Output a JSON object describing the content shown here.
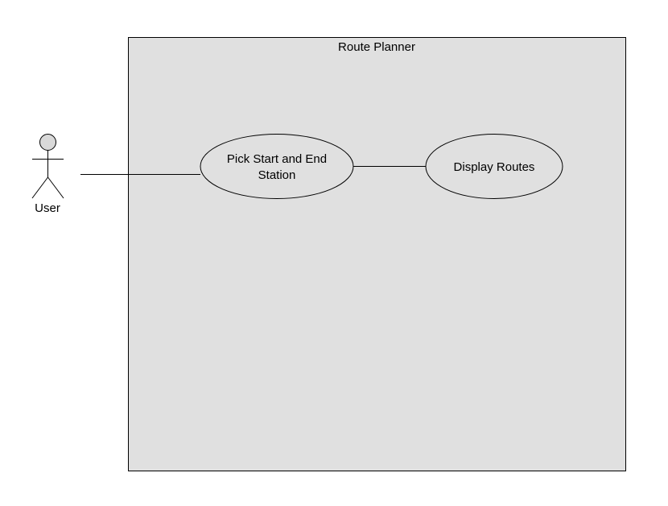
{
  "system": {
    "title": "Route Planner"
  },
  "actor": {
    "label": "User"
  },
  "use_cases": [
    {
      "lines": [
        "Pick Start and End",
        "Station"
      ]
    },
    {
      "lines": [
        "Display Routes"
      ]
    }
  ],
  "colors": {
    "system_fill": "#e0e0e0",
    "stroke": "#000000",
    "actor_head_fill": "#d9d9d9"
  }
}
